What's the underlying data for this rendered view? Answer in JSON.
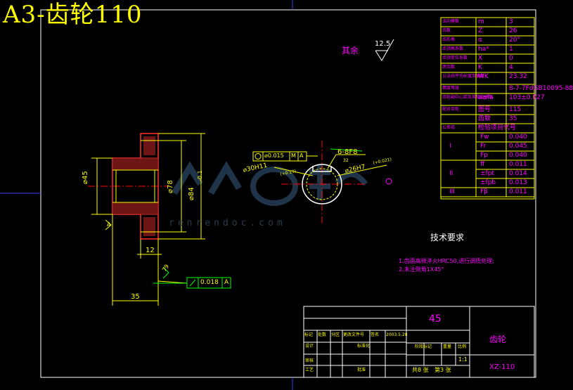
{
  "title": "A3-齿轮110",
  "roughness": {
    "label": "其余",
    "value": "12.5"
  },
  "watermark": {
    "text": "renrendoc.com"
  },
  "dimensions": {
    "d45": "⌀45",
    "d78": "⌀78",
    "d84": "⌀84",
    "d84_tol": "-0.1",
    "w12": "12",
    "w35": "35",
    "ang": "79",
    "bore_d30": "⌀30H11",
    "bore_d30_tol": "(+0.13)",
    "bore_d26": "⌀26H7",
    "bore_d26_tol": "(+0.021)",
    "spline": "6-8F8",
    "spline_tol": "32",
    "pos_tol": "⌀0.015",
    "pos_ref1": "M",
    "pos_ref2": "A",
    "pos_ref3": "M",
    "runout": "0.018",
    "runout_ref": "A",
    "datum_a": "A"
  },
  "params": [
    {
      "name": "法向模数",
      "sym": "m",
      "val": "3"
    },
    {
      "name": "齿数",
      "sym": "Z",
      "val": "26"
    },
    {
      "name": "齿形角",
      "sym": "α",
      "val": "20°"
    },
    {
      "name": "齿顶高系数",
      "sym": "ha*",
      "val": "1"
    },
    {
      "name": "齿顶变位系数",
      "sym": "X",
      "val": "0"
    },
    {
      "name": "跨齿数",
      "sym": "K",
      "val": "4"
    },
    {
      "name": "公法线平均长度及偏差",
      "sym": "WK",
      "val": "23.32"
    },
    {
      "name": "精度等级",
      "sym": "",
      "val": "8-7-7FdGB10095-88"
    },
    {
      "name": "齿轮副中心距及其极限偏差",
      "sym": "a±fa",
      "val": "103±0.027"
    },
    {
      "name": "配对齿轮",
      "sym": "图号",
      "val": "115"
    },
    {
      "name": "",
      "sym": "齿数",
      "val": "35"
    },
    {
      "name": "公差组",
      "sym": "检验项目代号",
      "val": ""
    }
  ],
  "tol_groups": [
    {
      "group": "I",
      "rows": [
        {
          "sym": "Fw",
          "val": "0.040"
        },
        {
          "sym": "Fr",
          "val": "0.045"
        },
        {
          "sym": "Fp",
          "val": "0.040"
        }
      ]
    },
    {
      "group": "II",
      "rows": [
        {
          "sym": "ff",
          "val": "0.011"
        },
        {
          "sym": "±fpt",
          "val": "0.014"
        },
        {
          "sym": "±fpb",
          "val": "0.013"
        }
      ]
    },
    {
      "group": "III",
      "rows": [
        {
          "sym": "Fβ",
          "val": "0.011"
        }
      ]
    }
  ],
  "tech": {
    "heading": "技术要求",
    "item1": "1.齿面高频淬火HRC50,进行调质处理;",
    "item2": "2.未注倒角1X45°"
  },
  "titleblock": {
    "material": "45",
    "part_name": "齿轮",
    "drawing_no": "XZ-110",
    "scale": "1:1",
    "sheet_total": "共8 张",
    "sheet_no": "第3 张",
    "col_mark": "标记",
    "col_count": "处数",
    "col_zone": "分区",
    "col_doc": "更改文件号",
    "col_sign": "签名",
    "col_date": "2003.5.28",
    "row_design": "设计",
    "row_std": "标准化",
    "row_check": "审核",
    "row_process": "工艺",
    "row_approve": "批准",
    "stage_label": "阶段标记",
    "weight_label": "重量",
    "scale_label": "比例"
  }
}
